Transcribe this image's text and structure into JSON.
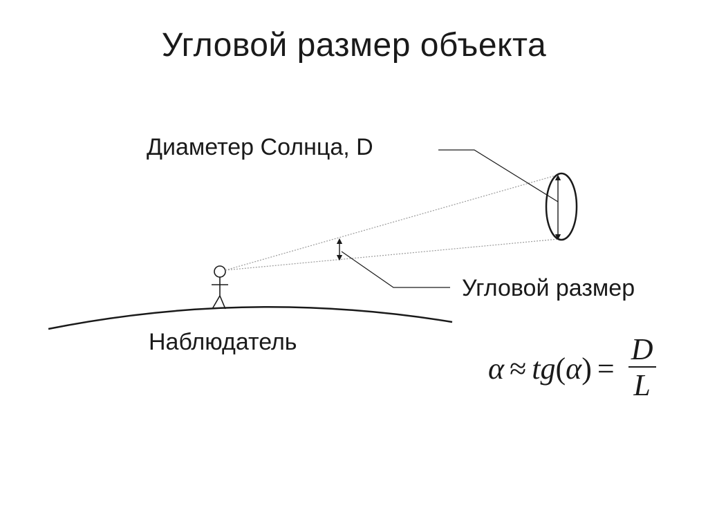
{
  "slide": {
    "title": "Угловой размер объекта"
  },
  "labels": {
    "diameter": "Диаметер Солнца, D",
    "angular_size": "Угловой размер",
    "observer": "Наблюдатель"
  },
  "formula": {
    "alpha": "α",
    "approx": "≈",
    "tg": "tg",
    "open_paren": "(",
    "alpha_inner": "α",
    "close_paren": ")",
    "equals": "=",
    "numerator": "D",
    "denominator": "L"
  },
  "colors": {
    "ink": "#1a1a1a",
    "sight_line": "#9a9a9a"
  }
}
